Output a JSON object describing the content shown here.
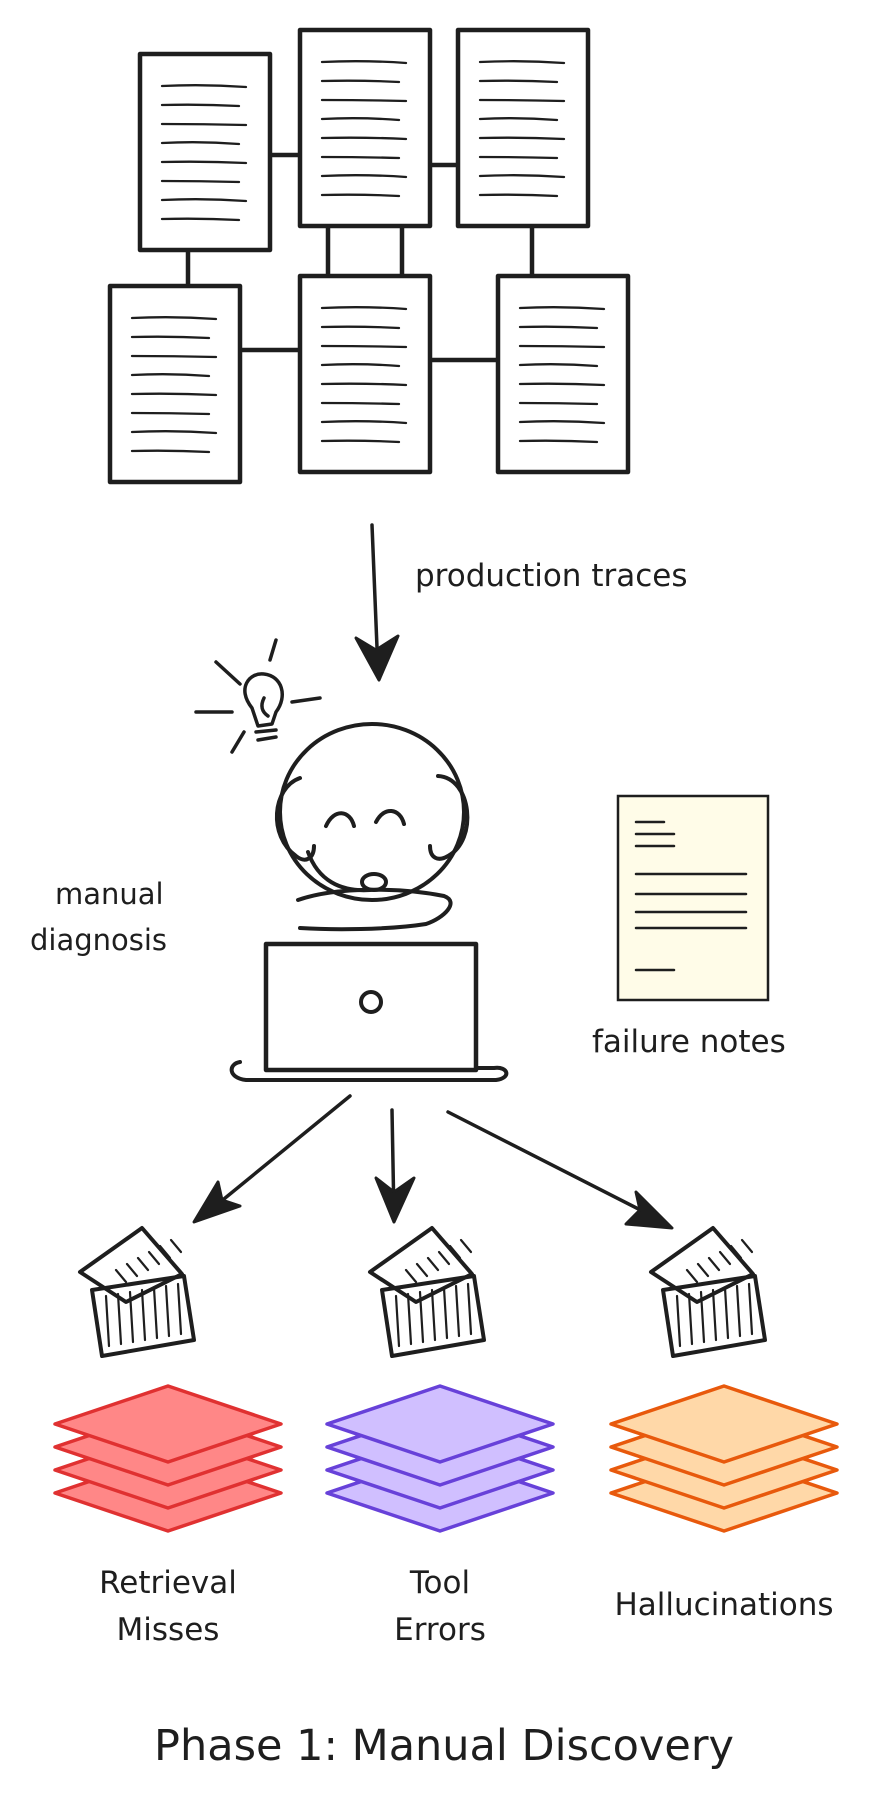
{
  "diagram": {
    "title": "Phase 1: Manual Discovery",
    "input_label": "production traces",
    "process_label_line1": "manual",
    "process_label_line2": "diagnosis",
    "notes_label": "failure notes",
    "categories": [
      {
        "line1": "Retrieval",
        "line2": "Misses",
        "color": "#e03131",
        "fill": "#ff8787"
      },
      {
        "line1": "Tool",
        "line2": "Errors",
        "color": "#6741d9",
        "fill": "#d0bfff"
      },
      {
        "line1": "Hallucinations",
        "line2": "",
        "color": "#e8590c",
        "fill": "#ffd8a8"
      }
    ],
    "colors": {
      "ink": "#1e1e1e",
      "notes_paper": "#fffce8"
    }
  }
}
